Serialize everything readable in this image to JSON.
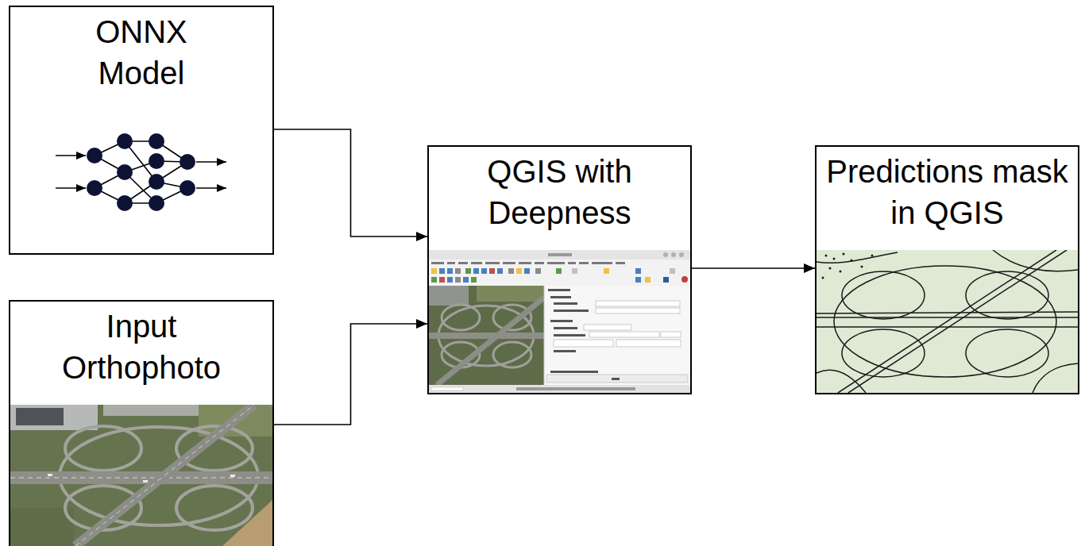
{
  "diagram": {
    "nodes": [
      {
        "text": [
          "ONNX Model"
        ]
      },
      {
        "text": [
          "Input Orthophoto"
        ]
      },
      {
        "text": [
          "QGIS with Deepness"
        ]
      },
      {
        "text": [
          "Predictions mask in QGIS"
        ]
      }
    ],
    "edges": [
      {
        "from": 0,
        "to": 2,
        "arrow": "to"
      },
      {
        "from": 1,
        "to": 2,
        "arrow": "to"
      },
      {
        "from": 2,
        "to": 3,
        "arrow": "to"
      }
    ]
  }
}
